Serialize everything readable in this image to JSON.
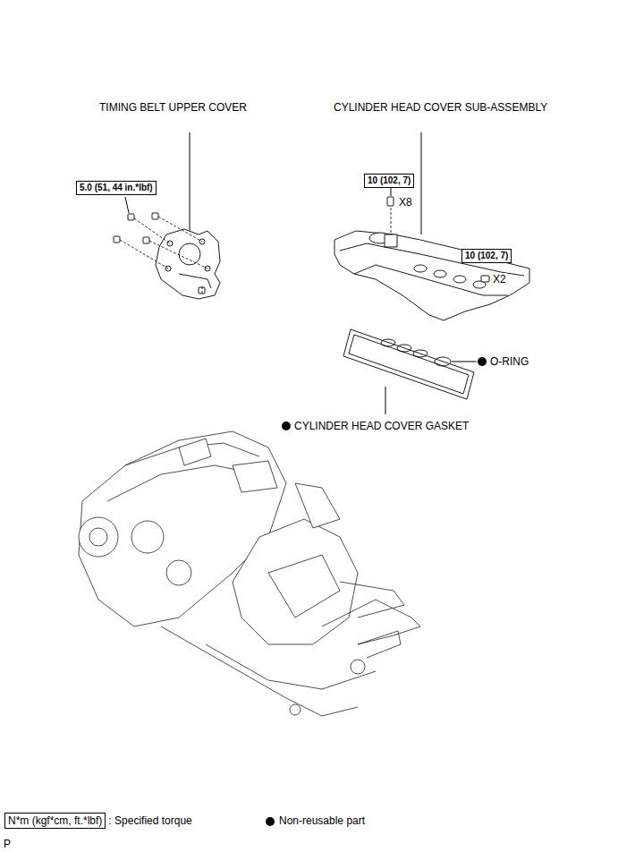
{
  "diagram": {
    "nodes": [
      {
        "text": [
          "5.0 (51, 44 in.*lbf)"
        ]
      },
      {
        "text": [
          "10 (102, 7)"
        ]
      },
      {
        "text": [
          "10 (102, 7)"
        ]
      },
      {
        "text": [
          "N*m (kgf*cm, ft.*lbf)"
        ]
      }
    ],
    "labels": [
      "TIMING BELT UPPER COVER",
      "CYLINDER HEAD COVER SUB-ASSEMBLY",
      "X8",
      "X2",
      "O-RING",
      "CYLINDER HEAD COVER GASKET",
      "P"
    ],
    "legend": [
      {
        "text": ": Specified torque"
      },
      {
        "text": "Non-reusable part"
      }
    ]
  }
}
